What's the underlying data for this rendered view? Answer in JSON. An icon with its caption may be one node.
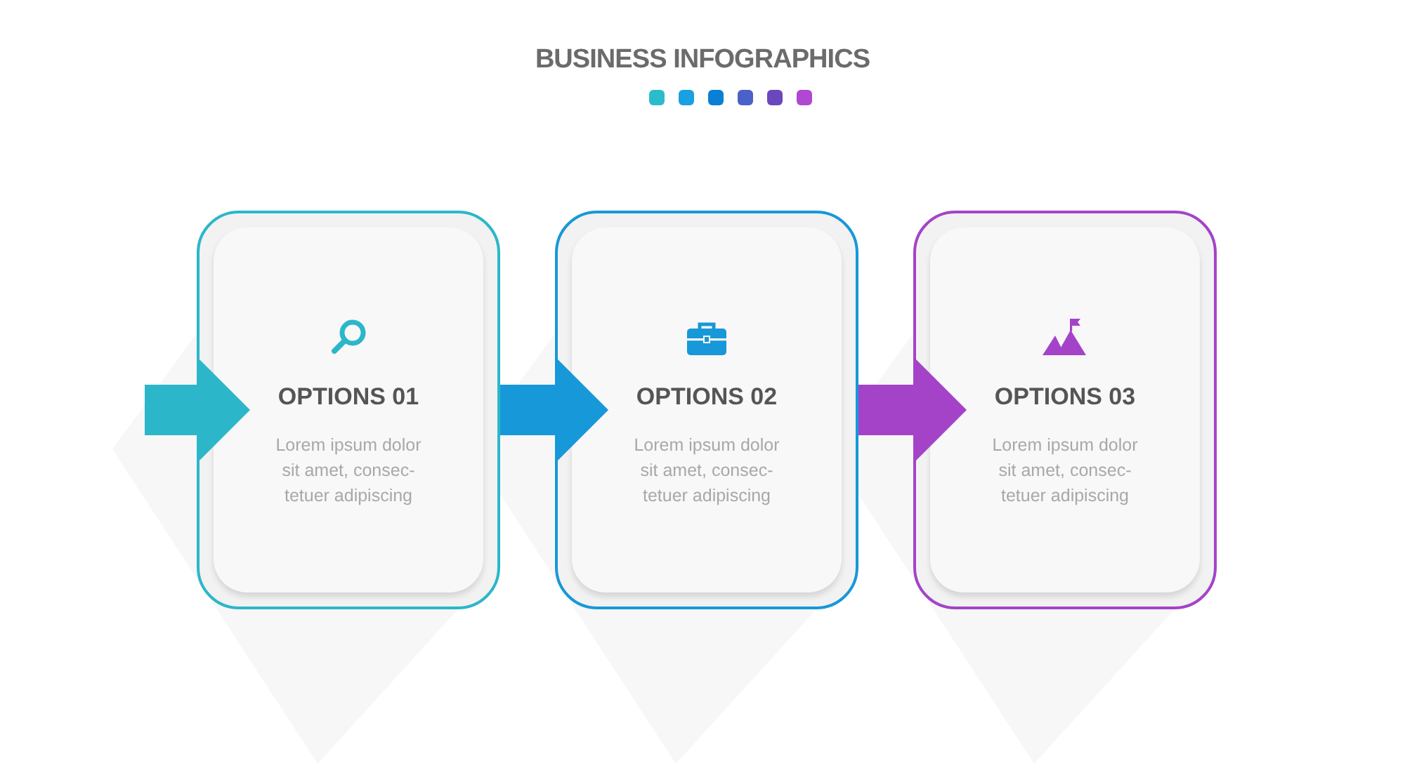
{
  "diagram": {
    "title": "BUSINESS INFOGRAPHICS",
    "nodes": [
      {
        "text": [
          "OPTIONS 01",
          "Lorem ipsum dolor sit amet, consec- tetuer adipiscing"
        ]
      },
      {
        "text": [
          "OPTIONS 02",
          "Lorem ipsum dolor sit amet, consec- tetuer adipiscing"
        ]
      },
      {
        "text": [
          "OPTIONS 03",
          "Lorem ipsum dolor sit amet, consec- tetuer adipiscing"
        ]
      }
    ],
    "edges": [
      {
        "from": null,
        "to": 0,
        "arrow": "to",
        "color": "#2bb7c9"
      },
      {
        "from": 0,
        "to": 1,
        "arrow": "to",
        "color": "#1798d8"
      },
      {
        "from": 1,
        "to": 2,
        "arrow": "to",
        "color": "#a443c8"
      }
    ]
  }
}
